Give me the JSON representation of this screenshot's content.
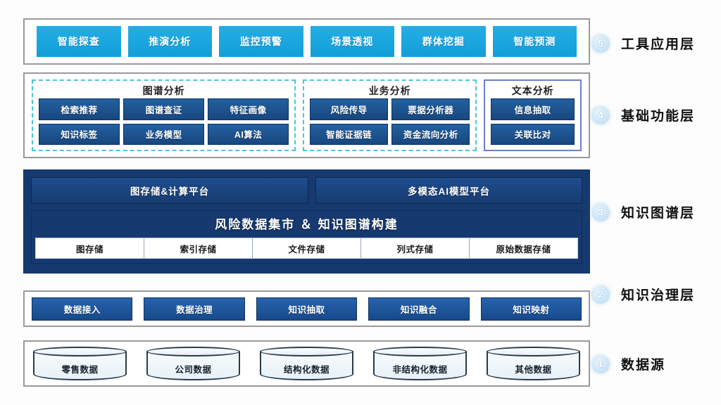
{
  "layers": {
    "tool_application": {
      "legend_number": "5",
      "legend_label": "工具应用层",
      "tiles": [
        {
          "label": "智能探查"
        },
        {
          "label": "推演分析"
        },
        {
          "label": "监控预警"
        },
        {
          "label": "场景透视"
        },
        {
          "label": "群体挖掘"
        },
        {
          "label": "智能预测"
        }
      ]
    },
    "basic_function": {
      "legend_number": "4",
      "legend_label": "基础功能层",
      "groups": [
        {
          "title": "图谱分析",
          "border_style": "dashed",
          "border_color": "#49c7d4",
          "columns": 3,
          "cells": [
            "检索推荐",
            "图谱查证",
            "特征画像",
            "知识标签",
            "业务模型",
            "AI算法"
          ]
        },
        {
          "title": "业务分析",
          "border_style": "dashed",
          "border_color": "#49c7d4",
          "columns": 2,
          "cells": [
            "风险传导",
            "票据分析器",
            "智能证据链",
            "资金流向分析"
          ]
        },
        {
          "title": "文本分析",
          "border_style": "solid",
          "border_color": "#6f7fc6",
          "columns": 1,
          "cells": [
            "信息抽取",
            "关联比对"
          ]
        }
      ]
    },
    "knowledge_graph": {
      "legend_number": "3",
      "legend_label": "知识图谱层",
      "platforms": [
        "图存储&计算平台",
        "多模态AI模型平台"
      ],
      "mart_title": "风险数据集市 ＆ 知识图谱构建",
      "storage": [
        "图存储",
        "索引存储",
        "文件存储",
        "列式存储",
        "原始数据存储"
      ]
    },
    "knowledge_governance": {
      "legend_number": "2",
      "legend_label": "知识治理层",
      "tiles": [
        "数据接入",
        "数据治理",
        "知识抽取",
        "知识融合",
        "知识映射"
      ]
    },
    "data_source": {
      "legend_number": "1",
      "legend_label": "数据源",
      "cylinders": [
        "零售数据",
        "公司数据",
        "结构化数据",
        "非结构化数据",
        "其他数据"
      ]
    }
  },
  "colors": {
    "tile_cyan": "#21a7e0",
    "tile_blue": "#1d57a5",
    "deep_navy": "#16396f",
    "group_dashed": "#49c7d4",
    "group_solid": "#6f7fc6",
    "container_border": "#9a9a9a"
  }
}
